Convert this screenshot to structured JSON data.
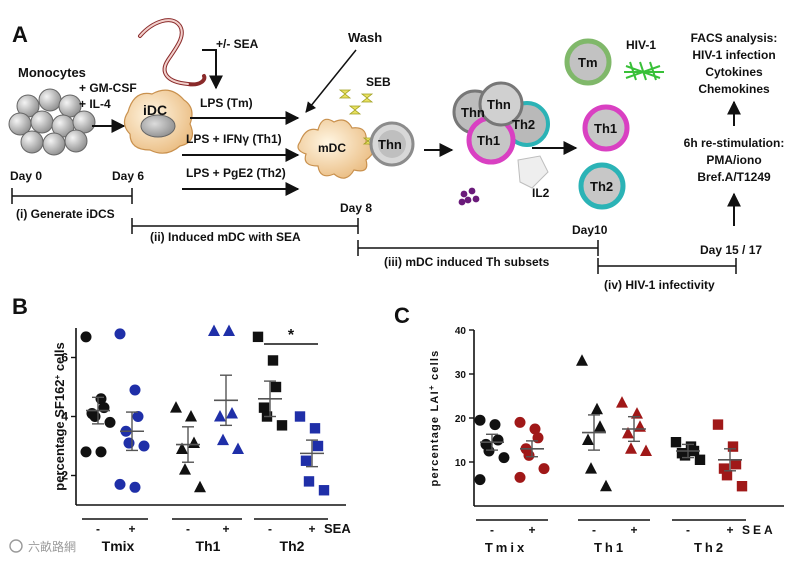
{
  "panel_a": {
    "letter": "A",
    "monocytes": "Monocytes",
    "gmcsf": "+ GM-CSF",
    "il4": "+ IL-4",
    "idc": "iDC",
    "sea_toggle": "+/- SEA",
    "wash": "Wash",
    "seb": "SEB",
    "lps_tm": "LPS (Tm)",
    "lps_th1": "LPS + IFNγ (Th1)",
    "lps_th2": "LPS + PgE2 (Th2)",
    "mdc": "mDC",
    "thn": "Thn",
    "th1": "Th1",
    "th2": "Th2",
    "tm": "Tm",
    "il2": "IL2",
    "hiv": "HIV-1",
    "facs": [
      "FACS analysis:",
      "HIV-1 infection",
      "Cytokines",
      "Chemokines"
    ],
    "restim": [
      "6h re-stimulation:",
      "PMA/iono",
      "Bref.A/T1249"
    ],
    "day0": "Day 0",
    "day6": "Day 6",
    "day8": "Day 8",
    "day10": "Day10",
    "day15": "Day 15 / 17",
    "step1": "(i) Generate iDCS",
    "step2": "(ii) Induced mDC with SEA",
    "step3": "(iii)  mDC induced Th subsets",
    "step4": "(iv)  HIV-1 infectivity"
  },
  "chart_data": [
    {
      "panel": "B",
      "type": "scatter",
      "ylabel_main": "percentage SF162",
      "ylabel_sup": "+",
      "ylabel_tail": " cells",
      "ylim": [
        1,
        7
      ],
      "yticks": [
        2,
        4,
        6
      ],
      "groups": [
        "Tmix",
        "Th1",
        "Th2"
      ],
      "conditions": [
        "-",
        "+"
      ],
      "condition_label": "SEA",
      "significance": {
        "label": "*",
        "group": "Th2"
      },
      "series": [
        {
          "group": "Tmix",
          "sea": "-",
          "marker": "circle",
          "color": "#111111",
          "values": [
            6.7,
            4.6,
            4.3,
            4.1,
            4.0,
            3.8,
            2.8,
            2.8
          ],
          "mean": 4.2,
          "sem": 0.45
        },
        {
          "group": "Tmix",
          "sea": "+",
          "marker": "circle",
          "color": "#1f2fa8",
          "values": [
            6.8,
            4.9,
            4.0,
            3.5,
            3.1,
            3.0,
            1.7,
            1.6
          ],
          "mean": 3.5,
          "sem": 0.65
        },
        {
          "group": "Th1",
          "sea": "-",
          "marker": "triangle",
          "color": "#111111",
          "values": [
            4.3,
            4.0,
            3.1,
            2.9,
            2.2,
            1.6
          ],
          "mean": 3.05,
          "sem": 0.6
        },
        {
          "group": "Th1",
          "sea": "+",
          "marker": "triangle",
          "color": "#1f2fa8",
          "values": [
            6.9,
            6.9,
            4.1,
            4.0,
            3.2,
            2.9
          ],
          "mean": 4.55,
          "sem": 0.85
        },
        {
          "group": "Th2",
          "sea": "-",
          "marker": "square",
          "color": "#111111",
          "values": [
            6.7,
            5.9,
            5.0,
            4.3,
            4.0,
            3.7
          ],
          "mean": 4.6,
          "sem": 0.6
        },
        {
          "group": "Th2",
          "sea": "+",
          "marker": "square",
          "color": "#1f2fa8",
          "values": [
            4.0,
            3.6,
            3.0,
            2.5,
            1.8,
            1.5
          ],
          "mean": 2.75,
          "sem": 0.45
        }
      ]
    },
    {
      "panel": "C",
      "type": "scatter",
      "ylabel_main": "percentage LAI",
      "ylabel_sup": "+",
      "ylabel_tail": " cells",
      "ylim": [
        0,
        40
      ],
      "yticks": [
        10,
        20,
        30,
        40
      ],
      "groups": [
        "Tmix",
        "Th1",
        "Th2"
      ],
      "conditions": [
        "-",
        "+"
      ],
      "condition_label": "SEA",
      "series": [
        {
          "group": "Tmix",
          "sea": "-",
          "marker": "circle",
          "color": "#111111",
          "values": [
            19.5,
            18.5,
            15.0,
            14.0,
            12.5,
            11.0,
            6.0
          ],
          "mean": 14.5,
          "sem": 1.8
        },
        {
          "group": "Tmix",
          "sea": "+",
          "marker": "circle",
          "color": "#a01818",
          "values": [
            19.0,
            17.5,
            15.5,
            13.0,
            11.5,
            8.5,
            6.5
          ],
          "mean": 13.0,
          "sem": 1.8
        },
        {
          "group": "Th1",
          "sea": "-",
          "marker": "triangle",
          "color": "#111111",
          "values": [
            33.0,
            22.0,
            18.0,
            15.0,
            8.5,
            4.5
          ],
          "mean": 16.7,
          "sem": 4.0
        },
        {
          "group": "Th1",
          "sea": "+",
          "marker": "triangle",
          "color": "#a01818",
          "values": [
            23.5,
            21.0,
            18.0,
            16.5,
            13.0,
            12.5
          ],
          "mean": 17.5,
          "sem": 2.8
        },
        {
          "group": "Th2",
          "sea": "-",
          "marker": "square",
          "color": "#111111",
          "values": [
            14.5,
            13.5,
            12.5,
            12.0,
            11.5,
            10.5
          ],
          "mean": 12.5,
          "sem": 1.5
        },
        {
          "group": "Th2",
          "sea": "+",
          "marker": "square",
          "color": "#a01818",
          "values": [
            18.5,
            13.5,
            9.5,
            8.5,
            7.0,
            4.5
          ],
          "mean": 10.5,
          "sem": 2.5
        }
      ]
    }
  ],
  "watermark": "六畝路網"
}
